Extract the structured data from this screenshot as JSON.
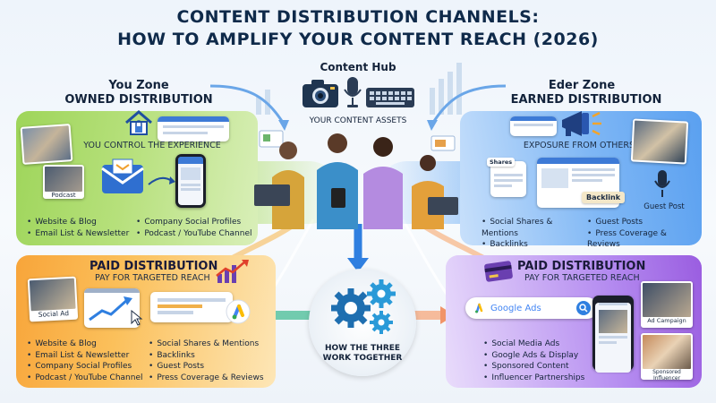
{
  "title": {
    "line1": "CONTENT DISTRIBUTION CHANNELS:",
    "line2": "HOW TO AMPLIFY YOUR CONTENT REACH (2026)"
  },
  "hub": {
    "label": "Content Hub",
    "assets": "YOUR CONTENT ASSETS"
  },
  "owned": {
    "zone": "You Zone",
    "heading": "OWNED DISTRIBUTION",
    "subtitle": "YOU CONTROL THE EXPERIENCE",
    "photo_caption": "Podcast",
    "items_col1": [
      "Website & Blog",
      "Email List & Newsletter"
    ],
    "items_col2": [
      "Company Social Profiles",
      "Podcast / YouTube Channel"
    ]
  },
  "earned": {
    "zone": "Eder Zone",
    "heading": "EARNED DISTRIBUTION",
    "subtitle": "EXPOSURE FROM OTHERS",
    "backlink_tag": "Backlink",
    "guest_post_label": "Guest Post",
    "shares_tag": "Shares",
    "items_col1": [
      "Social Shares & Mentions",
      "Backlinks"
    ],
    "items_col2": [
      "Guest Posts",
      "Press Coverage & Reviews"
    ]
  },
  "paid_left": {
    "heading": "PAID DISTRIBUTION",
    "subtitle": "PAY FOR TARGETED REACH",
    "social_ad_label": "Social Ad",
    "items_col1": [
      "Website & Blog",
      "Email List & Newsletter",
      "Company Social Profiles",
      "Podcast / YouTube Channel"
    ],
    "items_col2": [
      "Social Shares & Mentions",
      "Backlinks",
      "Guest Posts",
      "Press Coverage & Reviews"
    ]
  },
  "paid_right": {
    "heading": "PAID DISTRIBUTION",
    "subtitle": "PAY FOR TARGETED REACH",
    "search_text": "Google Ads",
    "ad_campaign_label": "Ad Campaign",
    "sponsored_label": "Sponsored Influencer",
    "items": [
      "Social Media Ads",
      "Google Ads & Display",
      "Sponsored Content",
      "Influencer Partnerships"
    ]
  },
  "center": {
    "how_line1": "HOW THE THREE",
    "how_line2": "WORK TOGETHER"
  },
  "colors": {
    "owned": "#9ed55a",
    "earned": "#5aa0f0",
    "paid_left": "#f8a53a",
    "paid_right": "#9a5de0",
    "arrow_blue": "#2f7fe0",
    "title": "#0f2a4a"
  },
  "icons": [
    "camera-icon",
    "microphone-icon",
    "keyboard-icon",
    "house-lock-icon",
    "envelope-icon",
    "megaphone-icon",
    "gears-icon",
    "trend-chart-icon",
    "credit-card-icon",
    "google-ads-icon",
    "search-icon"
  ]
}
